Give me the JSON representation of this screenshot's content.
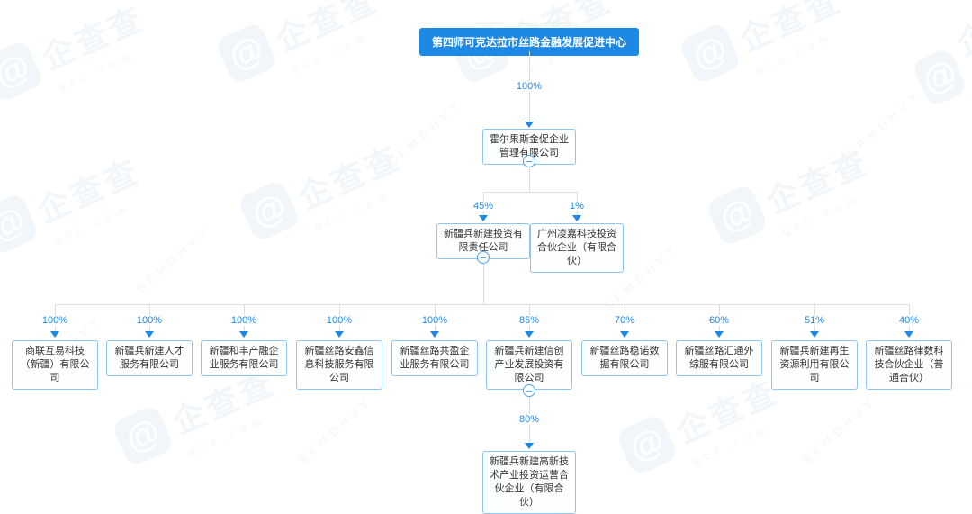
{
  "watermark": {
    "brand": "企查查",
    "domain": "qcc.com",
    "code": "SFMDHVY"
  },
  "colors": {
    "brand_blue": "#1e88e5",
    "node_border": "#8ec6f1",
    "line_gray": "#d8dde2",
    "root_bg": "#1e88e5"
  },
  "chart": {
    "root": {
      "name": "第四师可克达拉市丝路金融发展促进中心"
    },
    "level2": {
      "percent": "100%",
      "name": "霍尔果斯金促企业管理有限公司"
    },
    "level3": [
      {
        "percent": "45%",
        "name": "新疆兵新建投资有限责任公司"
      },
      {
        "percent": "1%",
        "name": "广州凌嘉科技投资合伙企业（有限合伙）"
      }
    ],
    "level4": [
      {
        "percent": "100%",
        "name": "商联互易科技（新疆）有限公司"
      },
      {
        "percent": "100%",
        "name": "新疆兵新建人才服务有限公司"
      },
      {
        "percent": "100%",
        "name": "新疆和丰产融企业服务有限公司"
      },
      {
        "percent": "100%",
        "name": "新疆丝路安鑫信息科技服务有限公司"
      },
      {
        "percent": "100%",
        "name": "新疆丝路共盈企业服务有限公司"
      },
      {
        "percent": "85%",
        "name": "新疆兵新建信创产业发展投资有限公司"
      },
      {
        "percent": "70%",
        "name": "新疆丝路稳诺数据有限公司"
      },
      {
        "percent": "60%",
        "name": "新疆丝路汇通外综服有限公司"
      },
      {
        "percent": "51%",
        "name": "新疆兵新建再生资源利用有限公司"
      },
      {
        "percent": "40%",
        "name": "新疆丝路律数科技合伙企业（普通合伙）"
      }
    ],
    "level5": {
      "percent": "80%",
      "name": "新疆兵新建高新技术产业投资运营合伙企业（有限合伙）"
    }
  }
}
